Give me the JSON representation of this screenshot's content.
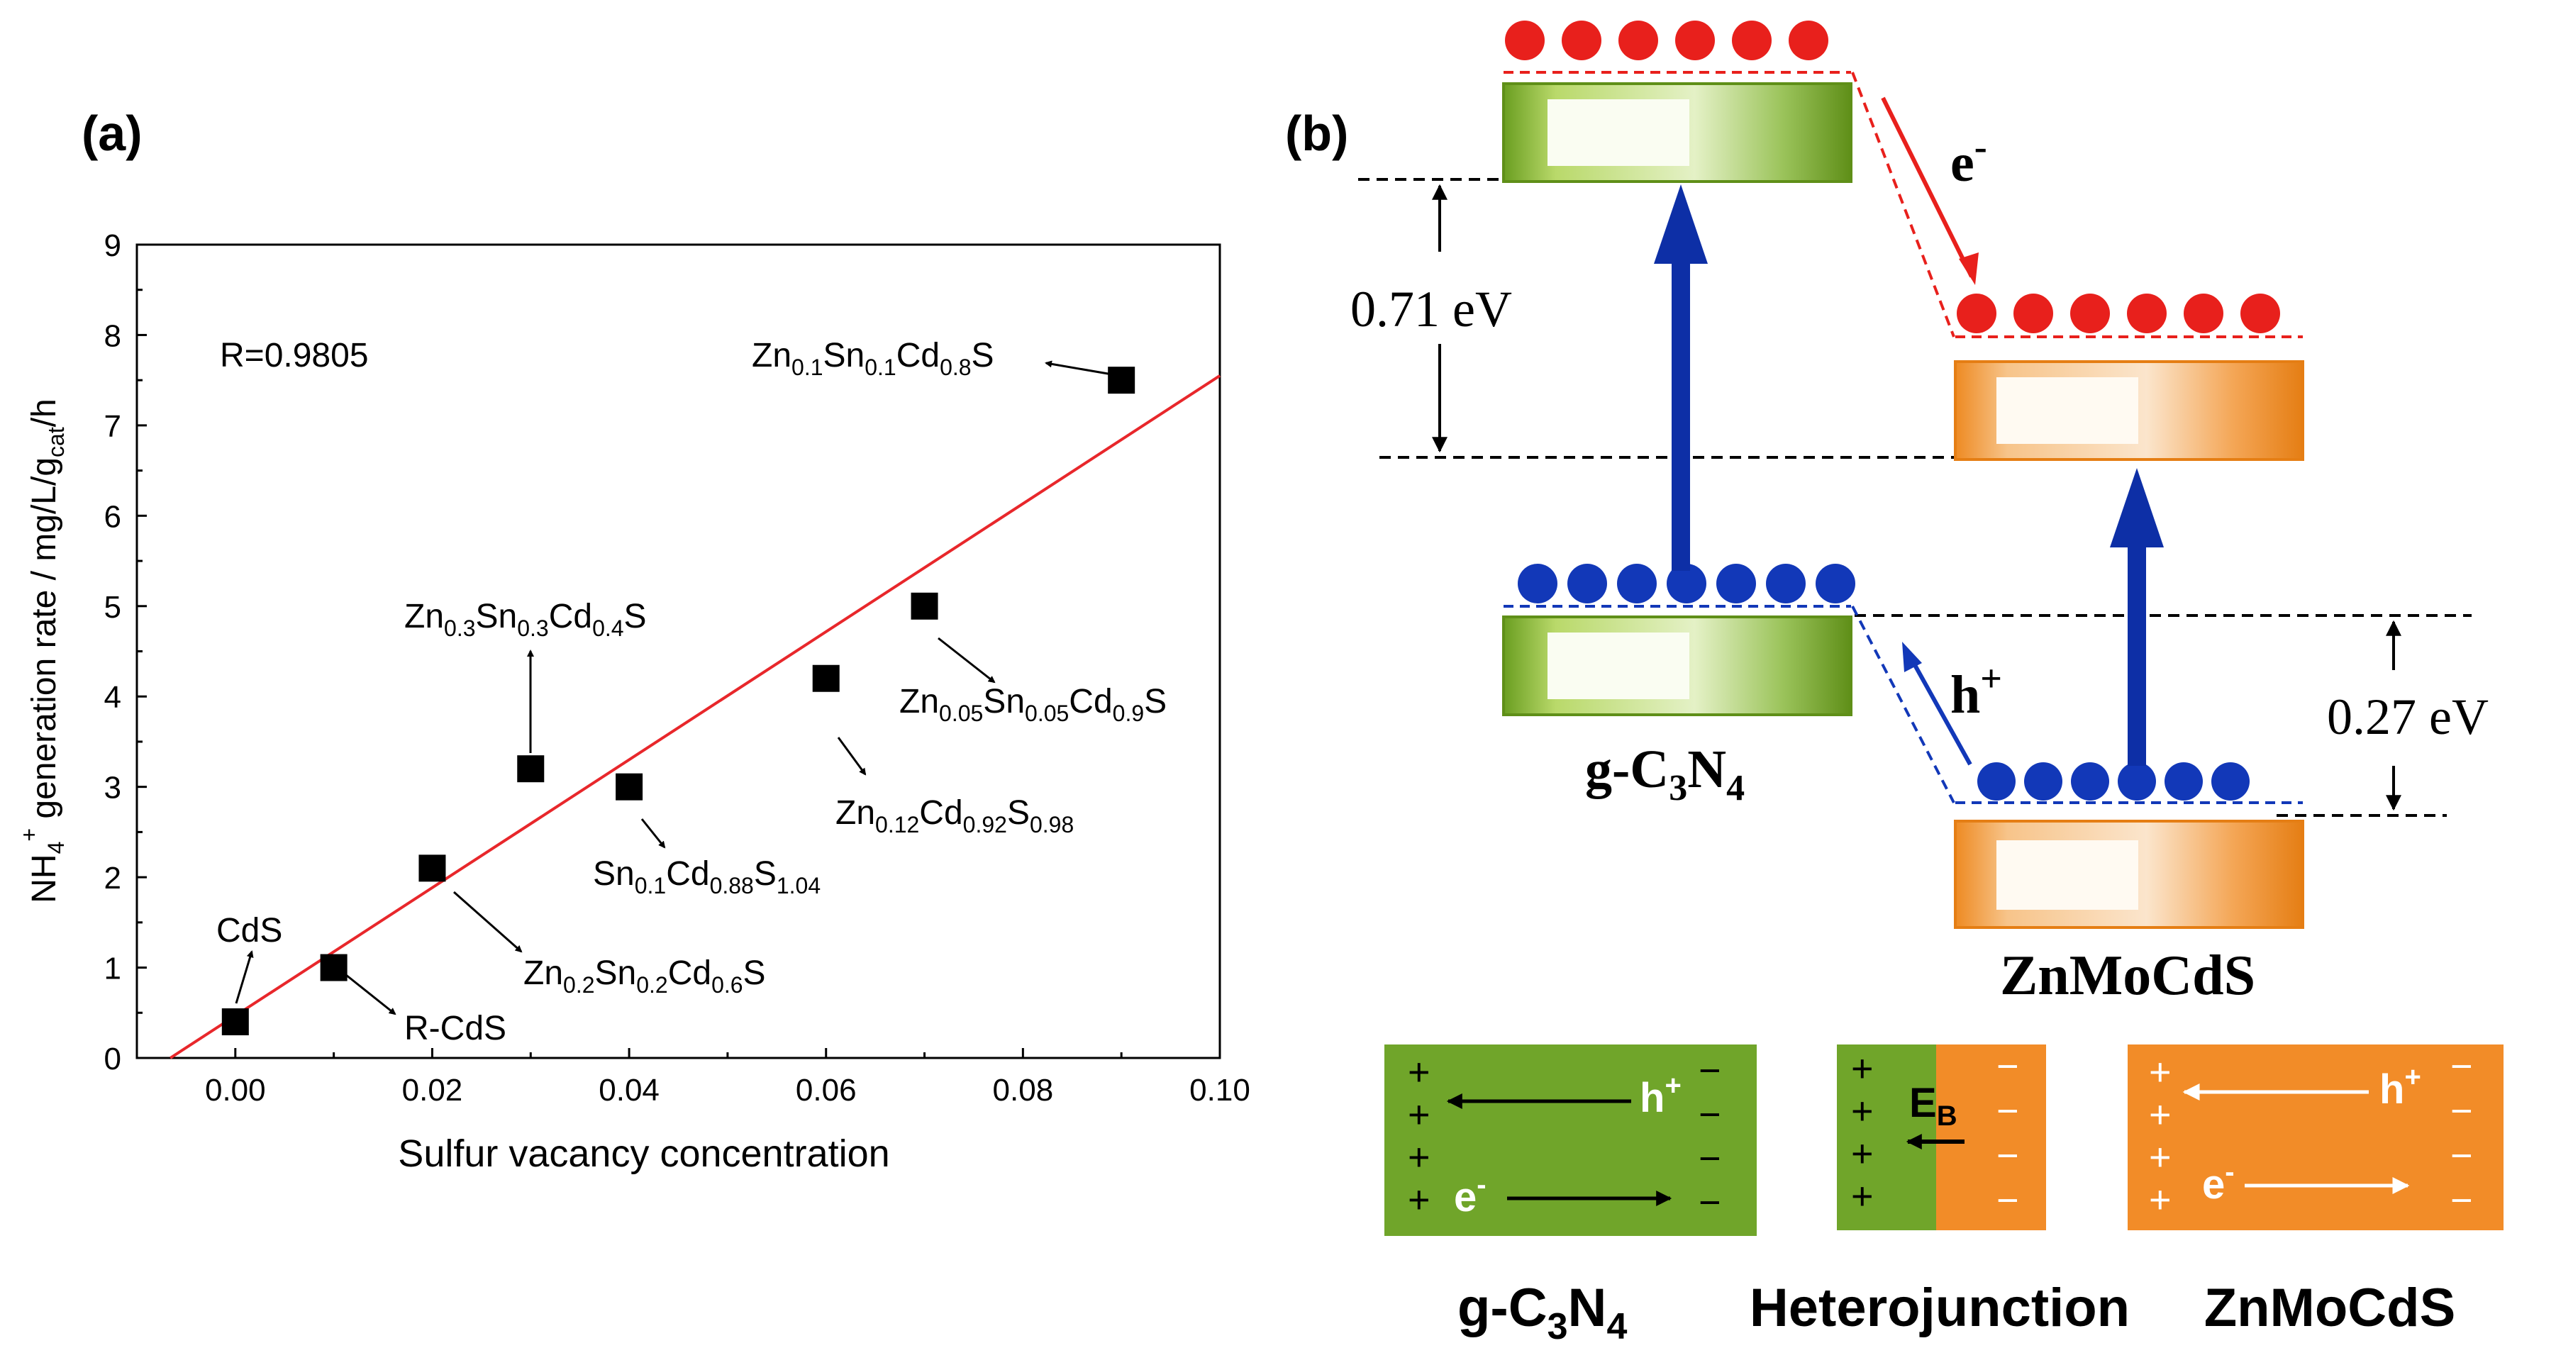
{
  "chart_data": {
    "type": "scatter",
    "panel_label": "(a)",
    "xlabel": "Sulfur vacancy concentration",
    "ylabel": "NH4+ generation rate / mg/L/gcat/h",
    "xlim": [
      -0.01,
      0.1
    ],
    "ylim": [
      0,
      9
    ],
    "xticks": [
      "0.00",
      "0.02",
      "0.04",
      "0.06",
      "0.08",
      "0.10"
    ],
    "yticks": [
      "0",
      "1",
      "2",
      "3",
      "4",
      "5",
      "6",
      "7",
      "8",
      "9"
    ],
    "annotation": "R=0.9805",
    "grid": false,
    "points": [
      {
        "x": 0.0,
        "y": 0.4,
        "label": "CdS"
      },
      {
        "x": 0.01,
        "y": 1.0,
        "label": "R-CdS"
      },
      {
        "x": 0.02,
        "y": 2.1,
        "label": "Zn0.2Sn0.2Cd0.6S"
      },
      {
        "x": 0.03,
        "y": 3.2,
        "label": "Zn0.3Sn0.3Cd0.4S"
      },
      {
        "x": 0.04,
        "y": 3.0,
        "label": "Sn0.1Cd0.88S1.04"
      },
      {
        "x": 0.06,
        "y": 4.2,
        "label": "Zn0.12Cd0.92S0.98"
      },
      {
        "x": 0.07,
        "y": 5.0,
        "label": "Zn0.05Sn0.05Cd0.9S"
      },
      {
        "x": 0.09,
        "y": 7.5,
        "label": "Zn0.1Sn0.1Cd0.8S"
      }
    ],
    "fit_line": {
      "x": [
        -0.0066,
        0.1
      ],
      "y": [
        0,
        7.55
      ],
      "color": "#e8272b"
    }
  },
  "diagram": {
    "panel_label": "(b)",
    "electron_label": "e",
    "electron_sup": "-",
    "hole_label": "h",
    "hole_sup": "+",
    "gap_cb": "0.71 eV",
    "gap_vb": "0.27 eV",
    "material_1": {
      "prefix": "g-C",
      "sub1": "3",
      "mid": "N",
      "sub2": "4"
    },
    "material_2": "ZnMoCdS",
    "bottom_labels": [
      "g-C3N4",
      "Heterojunction",
      "ZnMoCdS"
    ],
    "junction_field": {
      "main": "E",
      "sub": "B"
    },
    "plus_sign": "+",
    "minus_sign": "−",
    "colors": {
      "green": "#70a52a",
      "orange": "#f28c28",
      "red": "#e8201c",
      "blue": "#1238b8",
      "dark_blue": "#0d2fa6"
    }
  }
}
